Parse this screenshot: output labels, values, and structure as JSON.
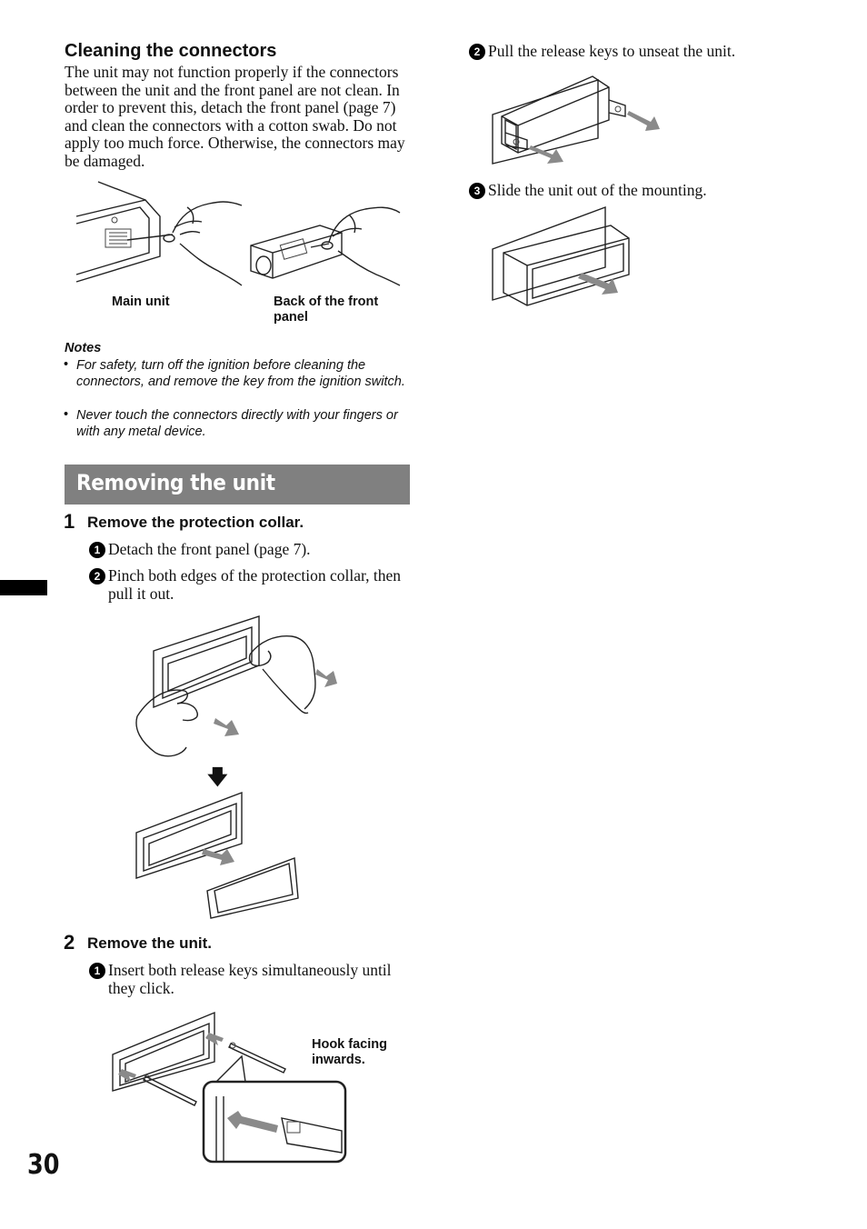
{
  "cleaning": {
    "title": "Cleaning the connectors",
    "body": "The unit may not function properly if the connectors between the unit and the front panel are not clean. In order to prevent this, detach the front panel (page 7) and clean the connectors with a cotton swab. Do not apply too much force. Otherwise, the connectors may be damaged.",
    "caption_main": "Main unit",
    "caption_back": "Back of the front panel"
  },
  "notes": {
    "heading": "Notes",
    "items": [
      "For safety, turn off the ignition before cleaning the connectors, and remove the key from the ignition switch.",
      "Never touch the connectors directly with your fingers or with any metal device."
    ],
    "bullet": "•"
  },
  "removing": {
    "banner": "Removing the unit",
    "step1": {
      "number": "1",
      "title": "Remove the protection collar.",
      "sub1_marker": "1",
      "sub1": "Detach the front panel (page 7).",
      "sub2_marker": "2",
      "sub2": "Pinch both edges of the protection collar, then pull it out."
    },
    "step2": {
      "number": "2",
      "title": "Remove the unit.",
      "sub1_marker": "1",
      "sub1": "Insert both release keys simultaneously until they click.",
      "hook_caption": "Hook facing inwards.",
      "sub2_marker": "2",
      "sub2": "Pull the release keys to unseat the unit.",
      "sub3_marker": "3",
      "sub3": "Slide the unit out of the mounting."
    }
  },
  "page_number": "30"
}
